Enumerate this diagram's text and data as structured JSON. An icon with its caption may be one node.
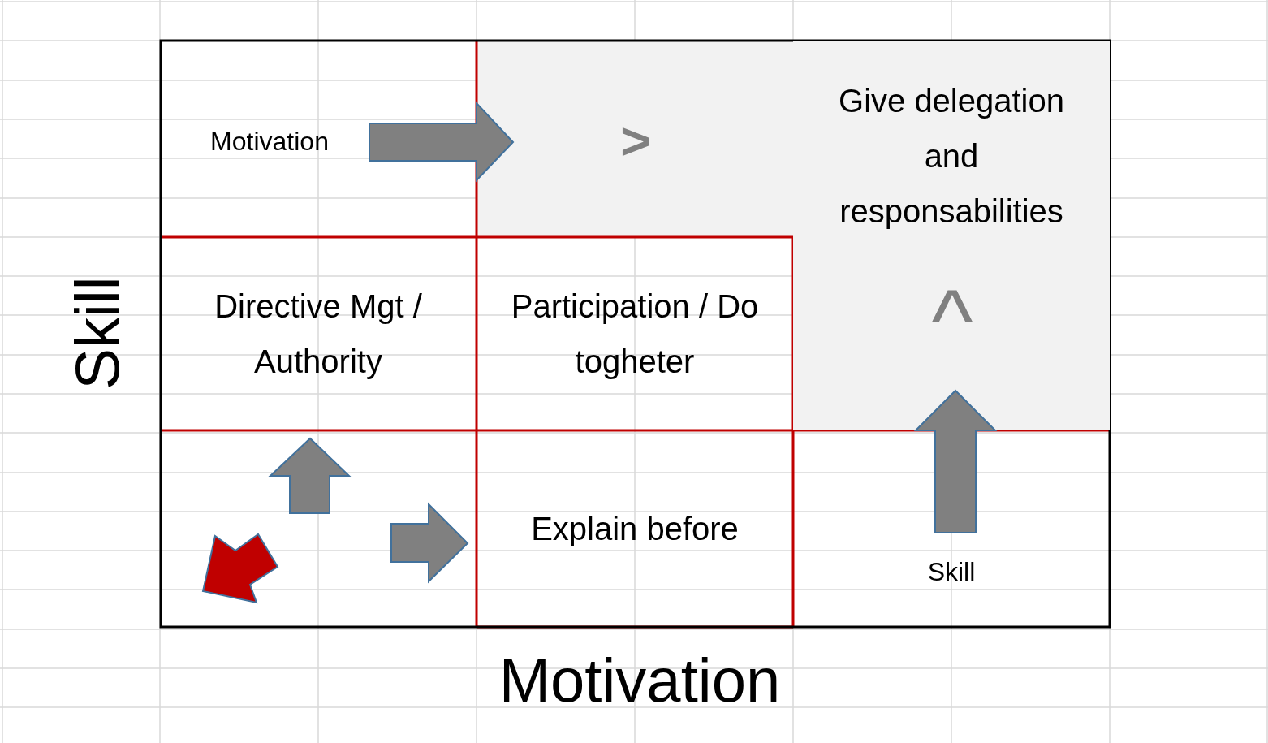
{
  "diagram": {
    "nodes": [
      {
        "text": [
          "Give delegation and responsabilities"
        ]
      },
      {
        "text": [
          "Directive Mgt / Authority"
        ]
      },
      {
        "text": [
          "Participation / Do togheter"
        ]
      },
      {
        "text": [
          "Explain before"
        ]
      }
    ],
    "labels": [
      "Motivation",
      ">",
      "^",
      "Skill",
      "Skill",
      "Motivation"
    ]
  }
}
